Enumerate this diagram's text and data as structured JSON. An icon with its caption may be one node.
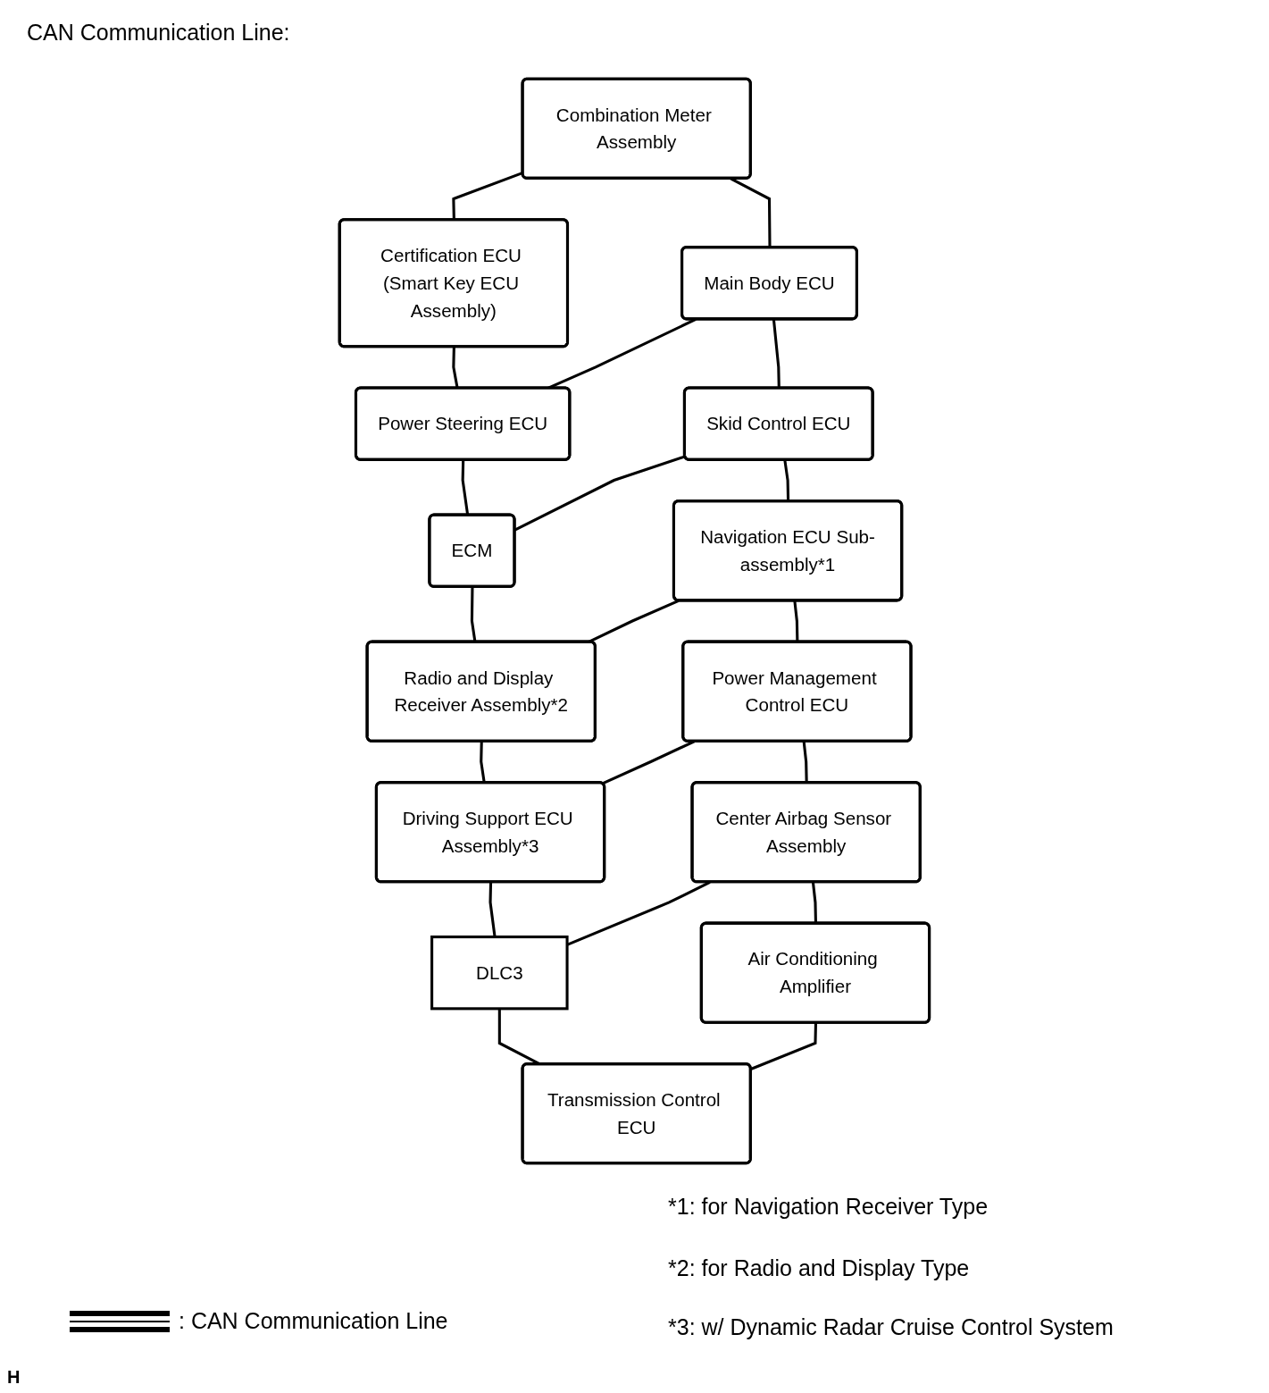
{
  "diagram": {
    "title": "CAN Communication Line:",
    "nodes": [
      {
        "text": [
          "Combination Meter Assembly"
        ]
      },
      {
        "text": [
          "Certification ECU (Smart Key ECU Assembly)"
        ]
      },
      {
        "text": [
          "Main Body ECU"
        ]
      },
      {
        "text": [
          "Power Steering ECU"
        ]
      },
      {
        "text": [
          "Skid Control ECU"
        ]
      },
      {
        "text": [
          "ECM"
        ]
      },
      {
        "text": [
          "Navigation ECU Sub-assembly*1"
        ]
      },
      {
        "text": [
          "Radio and Display Receiver Assembly*2"
        ]
      },
      {
        "text": [
          "Power Management Control ECU"
        ]
      },
      {
        "text": [
          "Driving Support ECU Assembly*3"
        ]
      },
      {
        "text": [
          "Center Airbag Sensor Assembly"
        ]
      },
      {
        "text": [
          "DLC3"
        ]
      },
      {
        "text": [
          "Air Conditioning Amplifier"
        ]
      },
      {
        "text": [
          "Transmission Control ECU"
        ]
      }
    ],
    "edges": [
      {
        "from": 0,
        "to": 1,
        "arrow": "none"
      },
      {
        "from": 0,
        "to": 2,
        "arrow": "none"
      },
      {
        "from": 1,
        "to": 3,
        "arrow": "none"
      },
      {
        "from": 2,
        "to": 3,
        "arrow": "none"
      },
      {
        "from": 2,
        "to": 4,
        "arrow": "none"
      },
      {
        "from": 3,
        "to": 5,
        "arrow": "none"
      },
      {
        "from": 4,
        "to": 5,
        "arrow": "none"
      },
      {
        "from": 4,
        "to": 6,
        "arrow": "none"
      },
      {
        "from": 5,
        "to": 7,
        "arrow": "none"
      },
      {
        "from": 6,
        "to": 7,
        "arrow": "none"
      },
      {
        "from": 6,
        "to": 8,
        "arrow": "none"
      },
      {
        "from": 7,
        "to": 9,
        "arrow": "none"
      },
      {
        "from": 8,
        "to": 9,
        "arrow": "none"
      },
      {
        "from": 8,
        "to": 10,
        "arrow": "none"
      },
      {
        "from": 9,
        "to": 11,
        "arrow": "none"
      },
      {
        "from": 10,
        "to": 11,
        "arrow": "none"
      },
      {
        "from": 10,
        "to": 12,
        "arrow": "none"
      },
      {
        "from": 11,
        "to": 13,
        "arrow": "none"
      },
      {
        "from": 12,
        "to": 13,
        "arrow": "none"
      }
    ],
    "labels": [
      "*1: for Navigation Receiver Type",
      "*2: for Radio and Display Type",
      "*3: w/ Dynamic Radar Cruise Control System",
      "H"
    ],
    "legend": [
      {
        "text": ": CAN Communication Line"
      }
    ]
  }
}
